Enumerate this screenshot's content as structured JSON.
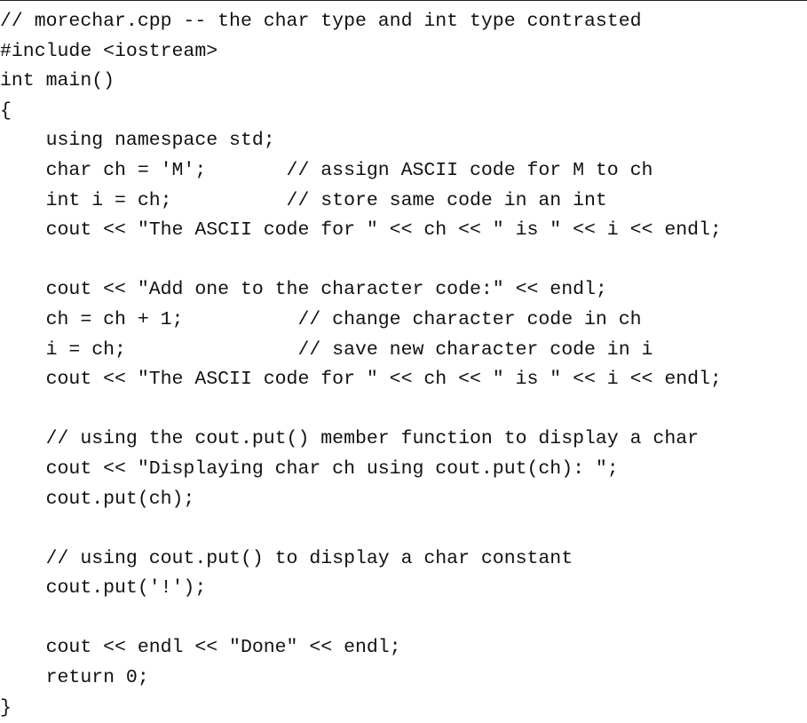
{
  "listing": {
    "lines": [
      "// morechar.cpp -- the char type and int type contrasted",
      "#include <iostream>",
      "int main()",
      "{",
      "    using namespace std;",
      "    char ch = 'M';       // assign ASCII code for M to ch",
      "    int i = ch;          // store same code in an int",
      "    cout << \"The ASCII code for \" << ch << \" is \" << i << endl;",
      "",
      "    cout << \"Add one to the character code:\" << endl;",
      "    ch = ch + 1;          // change character code in ch",
      "    i = ch;               // save new character code in i",
      "    cout << \"The ASCII code for \" << ch << \" is \" << i << endl;",
      "",
      "    // using the cout.put() member function to display a char",
      "    cout << \"Displaying char ch using cout.put(ch): \";",
      "    cout.put(ch);",
      "",
      "    // using cout.put() to display a char constant",
      "    cout.put('!');",
      "",
      "    cout << endl << \"Done\" << endl;",
      "    return 0;",
      "}"
    ]
  }
}
